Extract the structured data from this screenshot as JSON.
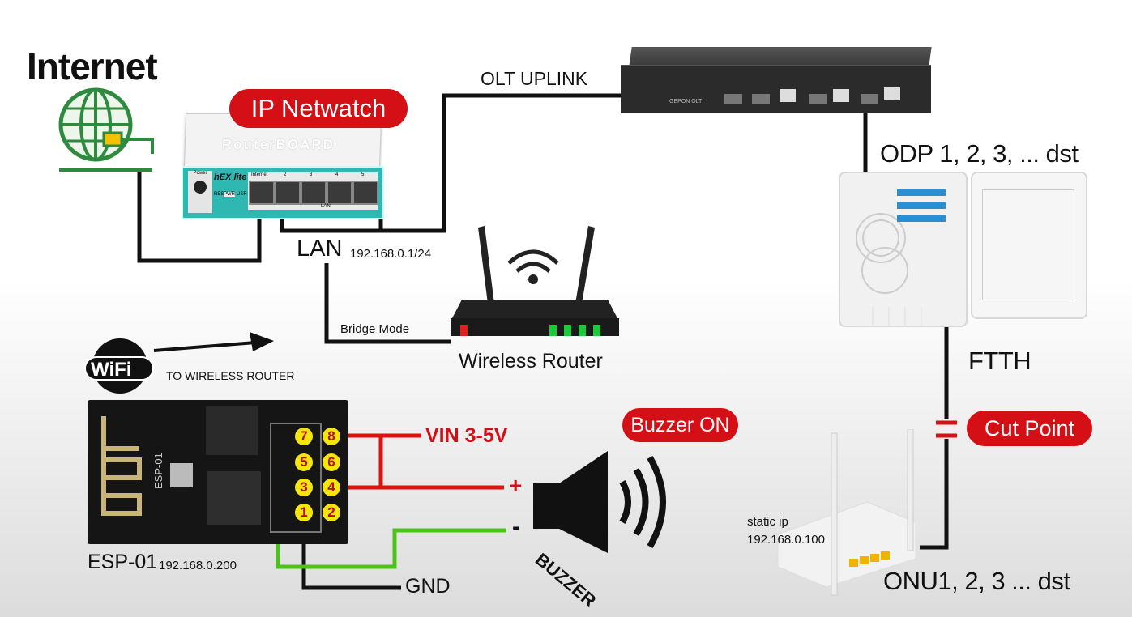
{
  "labels": {
    "internet": "Internet",
    "ip_netwatch": "IP Netwatch",
    "olt_uplink": "OLT UPLINK",
    "lan": "LAN",
    "lan_subnet": "192.168.0.1/24",
    "bridge_mode": "Bridge Mode",
    "wireless_router": "Wireless Router",
    "odp": "ODP 1, 2, 3, ... dst",
    "ftth": "FTTH",
    "cut_point": "Cut Point",
    "buzzer_on": "Buzzer ON",
    "wifi_logo": "WiFi",
    "to_wireless_router": "TO WIRELESS ROUTER",
    "vin": "VIN 3-5V",
    "plus": "+",
    "minus": "-",
    "gnd": "GND",
    "buzzer": "BUZZER",
    "esp": "ESP-01",
    "esp_ip": "192.168.0.200",
    "static_ip": "static ip",
    "onu_ip": "192.168.0.100",
    "onu": "ONU1, 2, 3 ... dst"
  },
  "router_hex": {
    "brand": "RouterBOARD",
    "model": "hEX lite",
    "power": "Power",
    "port_labels": [
      "Internet",
      "2",
      "3",
      "4",
      "5"
    ],
    "lan": "LAN",
    "res": "RES",
    "pwr": "PWR",
    "usr": "USR"
  },
  "olt": {
    "name": "GEPON OLT"
  },
  "esp_pins": [
    "7",
    "8",
    "5",
    "6",
    "3",
    "4",
    "1",
    "2"
  ],
  "colors": {
    "accent_red": "#d40f16",
    "wire_red": "#e01010",
    "wire_green": "#4cc21a",
    "wire_black": "#111111",
    "pin_yellow": "#f4e60a"
  }
}
